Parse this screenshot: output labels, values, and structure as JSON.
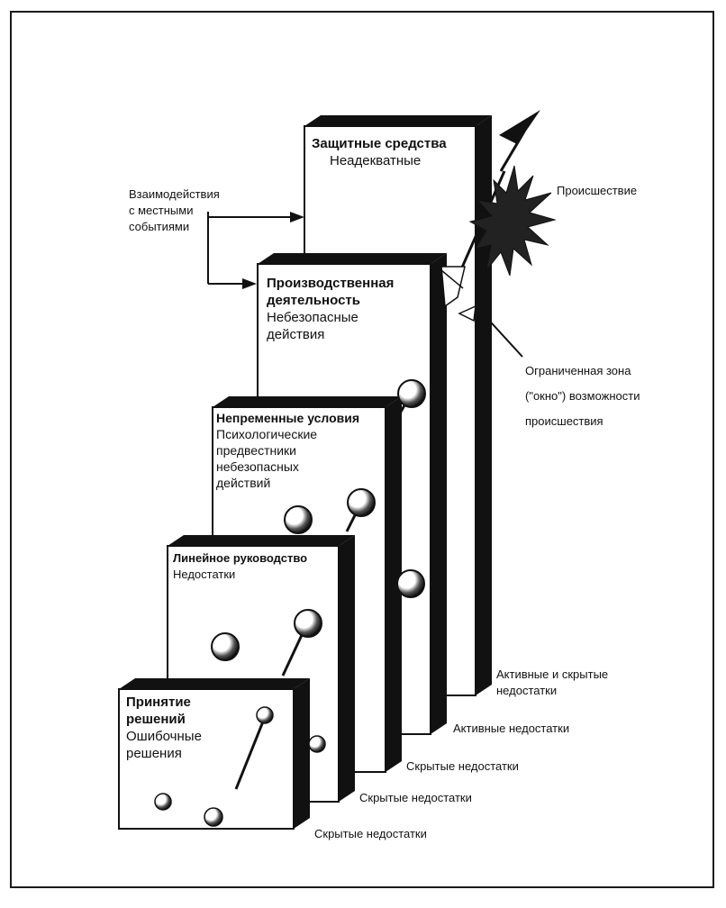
{
  "layers": [
    {
      "title": "Защитные средства",
      "subtitle": "Неадекватные",
      "failure_label": "Активные и скрытые\nнедостатки"
    },
    {
      "title": "Производственная\nдеятельность",
      "subtitle": "Небезопасные\nдействия",
      "failure_label": "Активные недостатки"
    },
    {
      "title": "Непременные условия",
      "subtitle": "Психологические\nпредвестники\nнебезопасных\nдействий",
      "failure_label": "Скрытые недостатки"
    },
    {
      "title": "Линейное руководство",
      "subtitle": "Недостатки",
      "failure_label": "Скрытые недостатки"
    },
    {
      "title": "Принятие\nрешений",
      "subtitle": "Ошибочные\nрешения",
      "failure_label": "Скрытые недостатки"
    }
  ],
  "interactions_label": "Взаимодействия\nс местными\nсобытиями",
  "accident_label": "Происшествие",
  "window_label": "Ограниченная зона\n(\"окно\") возможности\nпроисшествия",
  "colors": {
    "ink": "#111111",
    "page": "#ffffff"
  }
}
